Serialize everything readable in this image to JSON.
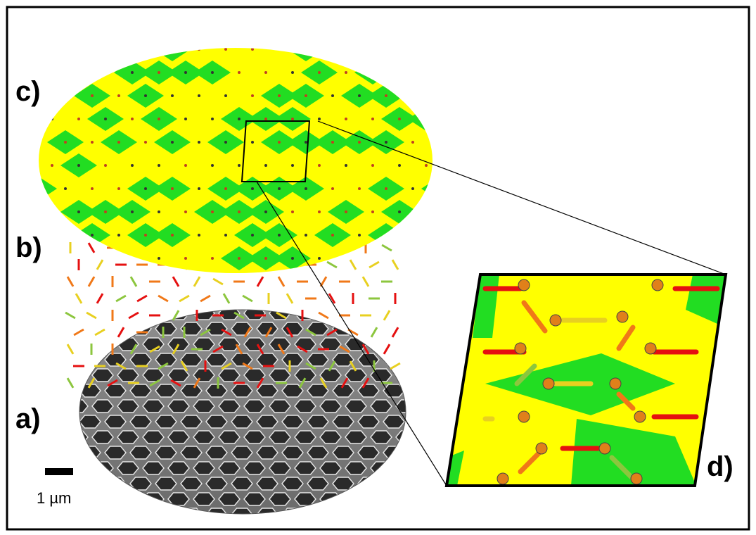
{
  "labels": {
    "a": "a)",
    "b": "b)",
    "c": "c)",
    "d": "d)"
  },
  "scale_bar": {
    "text": "1 µm"
  },
  "colors": {
    "tile_yellow": "#ffff00",
    "tile_green": "#22dd22",
    "arrow_red": "#e51010",
    "arrow_orange": "#f07818",
    "arrow_yellow": "#e8d020",
    "arrow_lime": "#8cc63e",
    "sem_background": "#7d7d7d",
    "frame": "#000000"
  }
}
